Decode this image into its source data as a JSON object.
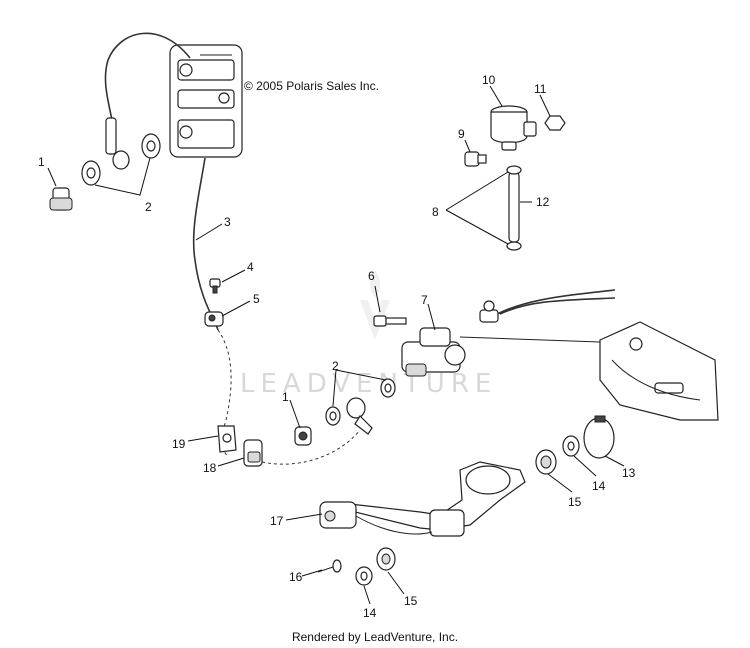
{
  "copyright": "© 2005 Polaris Sales Inc.",
  "watermark": "LEADVENTURE",
  "footer": "Rendered by LeadVenture, Inc.",
  "callouts": [
    "1",
    "2",
    "3",
    "4",
    "5",
    "6",
    "7",
    "8",
    "9",
    "10",
    "11",
    "12",
    "13",
    "14",
    "15",
    "16",
    "17",
    "18",
    "19",
    "2",
    "1",
    "14",
    "15"
  ]
}
